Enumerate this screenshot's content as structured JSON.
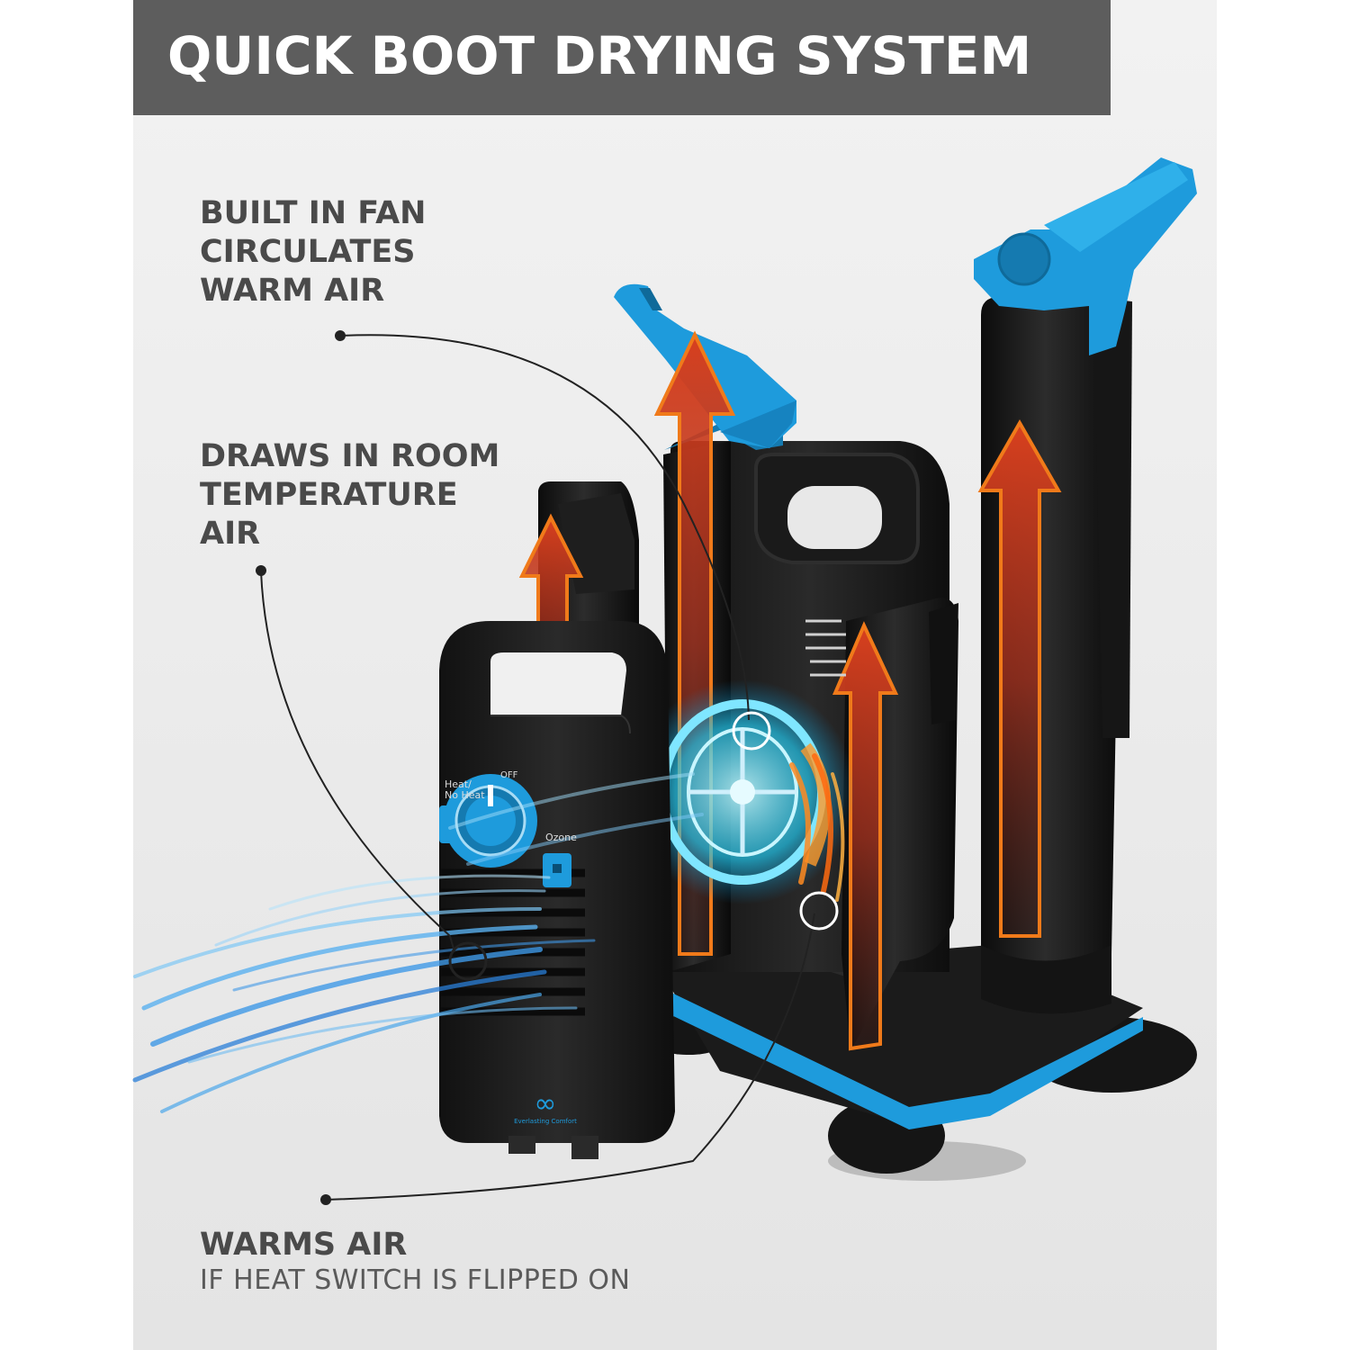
{
  "header": {
    "title": "QUICK BOOT DRYING SYSTEM"
  },
  "callouts": [
    {
      "lines": [
        "BUILT IN FAN",
        "CIRCULATES",
        "WARM AIR"
      ]
    },
    {
      "lines": [
        "DRAWS IN ROOM",
        "TEMPERATURE",
        "AIR"
      ]
    },
    {
      "title": "WARMS AIR",
      "subtitle": "IF HEAT SWITCH IS FLIPPED ON"
    }
  ],
  "control_panel": {
    "heat_label": "Heat/",
    "no_heat_label": "No Heat",
    "off_label": "OFF",
    "ozone_label": "Ozone",
    "brand_text": "Everlasting Comfort"
  },
  "colors": {
    "accent_blue": "#1e9bdc",
    "body_black": "#1b1b1b",
    "header_gray": "#5d5d5d",
    "heat_orange": "#f07a1a",
    "callout_text": "#4a4a4a"
  }
}
